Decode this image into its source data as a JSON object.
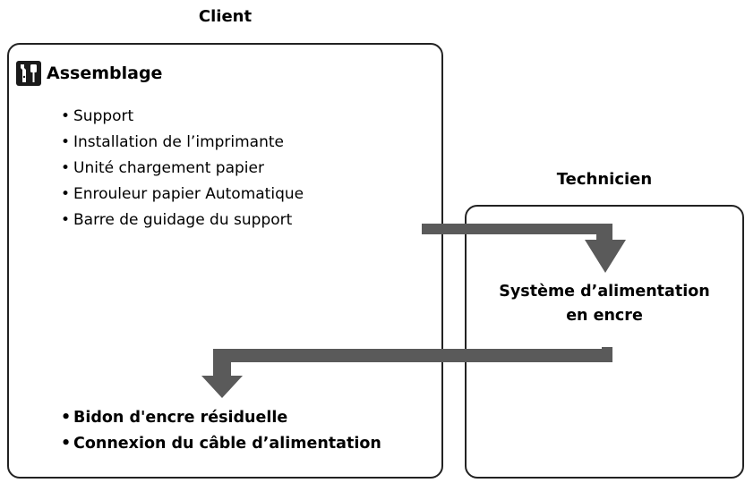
{
  "diagram": {
    "client_heading": "Client",
    "technician_heading": "Technicien",
    "assembly": {
      "icon": "tools-icon",
      "title": "Assemblage",
      "items": [
        "Support",
        "Installation de l’imprimante",
        "Unité chargement papier",
        "Enrouleur papier Automatique",
        "Barre de guidage du support"
      ]
    },
    "technician_step": {
      "line1": "Système d’alimentation",
      "line2": "en encre"
    },
    "final_items": [
      "Bidon d'encre résiduelle",
      "Connexion du câble d’alimentation"
    ],
    "colors": {
      "arrow": "#5a5a5a",
      "border": "#222222"
    }
  }
}
